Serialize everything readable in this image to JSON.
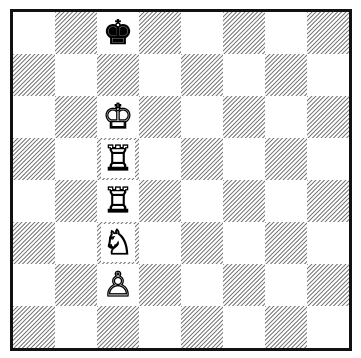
{
  "board": {
    "files": [
      "a",
      "b",
      "c",
      "d",
      "e",
      "f",
      "g",
      "h"
    ],
    "ranks": [
      8,
      7,
      6,
      5,
      4,
      3,
      2,
      1
    ],
    "pieces": [
      {
        "square": "c8",
        "color": "black",
        "type": "king",
        "glyph": "♚",
        "icon": "black-king-icon"
      },
      {
        "square": "c6",
        "color": "white",
        "type": "king",
        "glyph": "♔",
        "icon": "white-king-icon"
      },
      {
        "square": "c5",
        "color": "white",
        "type": "rook",
        "glyph": "♖",
        "icon": "white-rook-icon"
      },
      {
        "square": "c4",
        "color": "white",
        "type": "rook",
        "glyph": "♖",
        "icon": "white-rook-icon"
      },
      {
        "square": "c3",
        "color": "white",
        "type": "knight",
        "glyph": "♘",
        "icon": "white-knight-icon"
      },
      {
        "square": "c2",
        "color": "white",
        "type": "pawn",
        "glyph": "♙",
        "icon": "white-pawn-icon"
      }
    ]
  }
}
